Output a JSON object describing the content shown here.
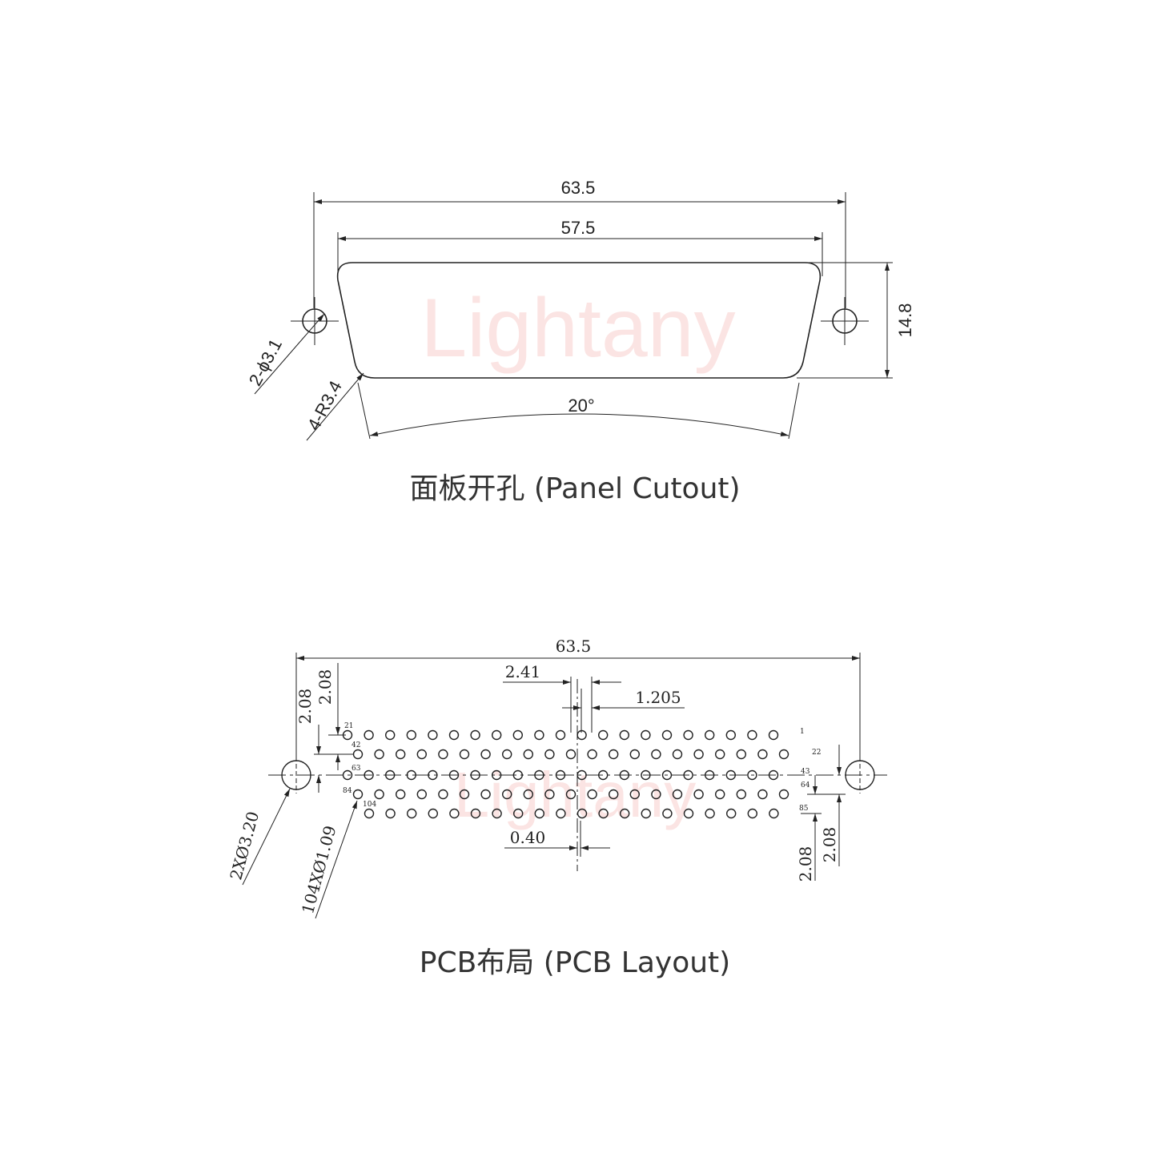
{
  "panel": {
    "dim_total_width": "63.5",
    "dim_slot_width": "57.5",
    "dim_height": "14.8",
    "dim_mount_hole": "2-ϕ3.1",
    "dim_corner_radius": "4-R3.4",
    "dim_angle": "20°",
    "watermark": "Lightany",
    "caption": "面板开孔 (Panel Cutout)"
  },
  "pcb": {
    "dim_total_width": "63.5",
    "dim_pitch": "2.41",
    "dim_half_pitch": "1.205",
    "dim_offset": "0.40",
    "dim_row_left_a": "2.08",
    "dim_row_left_b": "2.08",
    "dim_row_right_a": "2.08",
    "dim_row_right_b": "2.08",
    "dim_mount_hole": "2XØ3.20",
    "dim_pin_hole": "104XØ1.09",
    "pin_labels": {
      "p1": "1",
      "p21": "21",
      "p22": "22",
      "p42": "42",
      "p43": "43",
      "p63": "63",
      "p64": "64",
      "p84": "84",
      "p85": "85",
      "p104": "104"
    },
    "watermark": "Lightany",
    "caption": "PCB布局 (PCB Layout)"
  }
}
